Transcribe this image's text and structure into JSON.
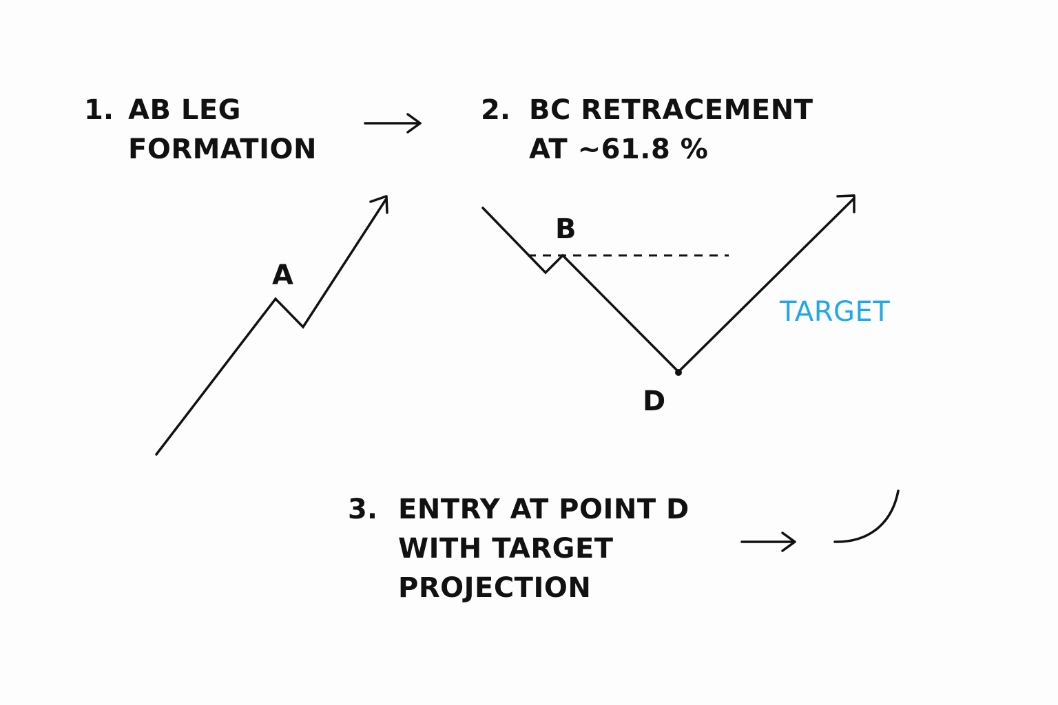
{
  "steps": [
    {
      "number": "1.",
      "lines": [
        "AB LEG",
        "FORMATION"
      ]
    },
    {
      "number": "2.",
      "lines": [
        "BC RETRACEMENT",
        "AT ~61.8 %"
      ]
    },
    {
      "number": "3.",
      "lines": [
        "ENTRY AT POINT D",
        "WITH TARGET",
        "PROJECTION"
      ]
    }
  ],
  "points": {
    "a": "A",
    "b": "B",
    "d": "D"
  },
  "target_label": "TARGET",
  "colors": {
    "ink": "#111111",
    "target": "#1fa8e8",
    "background": "#fdfdfd"
  }
}
